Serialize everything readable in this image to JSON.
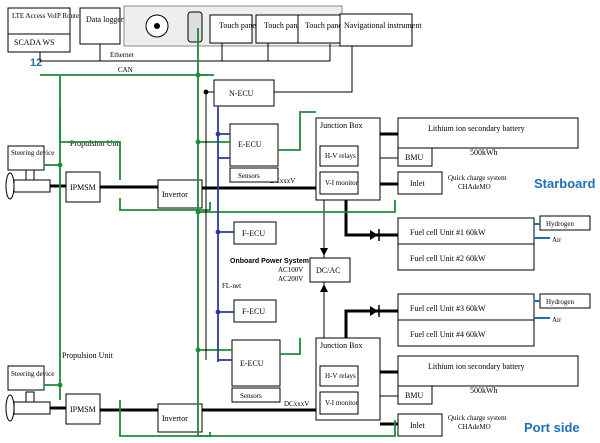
{
  "top": {
    "lte_router": "LTE Access VoIP Router",
    "scada": "SCADA WS",
    "data_logger": "Data logger",
    "touch_panel_1": "Touch panel",
    "touch_panel_2": "Touch panel",
    "touch_panel_3": "Touch panel",
    "navigational_instrument": "Navigational instrument",
    "ethernet": "Ethernet",
    "can": "CAN",
    "number_12": "12"
  },
  "center": {
    "n_ecu": "N-ECU",
    "f_ecu_1": "F-ECU",
    "f_ecu_2": "F-ECU",
    "onboard_power": "Onboard Power System",
    "ac100": "AC100V",
    "ac200": "AC200V",
    "dcac": "DC/AC",
    "fl_net": "FL-net"
  },
  "starboard": {
    "propulsion_unit": "Propulsion Unit",
    "steering": "Steering device",
    "ipmsm": "IPMSM",
    "invertor": "Invertor",
    "e_ecu": "E-ECU",
    "sensors": "Sensors",
    "dcxxxv": "DCxxxV",
    "junction_box": "Junction Box",
    "hv_relays": "H-V relays",
    "vi_monitor": "V-I monitor",
    "battery": "Lithium ion secondary battery",
    "bmu": "BMU",
    "kwh": "500kWh",
    "inlet": "Inlet",
    "quick_charge": "Quick charge system",
    "chademo": "CHAdeMO",
    "side_label": "Starboard",
    "fuel_cell_1": "Fuel cell Unit #1 60kW",
    "fuel_cell_2": "Fuel cell Unit #2 60kW",
    "hydrogen": "Hydrogen",
    "air": "Air"
  },
  "port": {
    "propulsion_unit": "Propulsion Unit",
    "steering": "Steering device",
    "ipmsm": "IPMSM",
    "invertor": "Invertor",
    "e_ecu": "E-ECU",
    "sensors": "Sensors",
    "dcxxxv": "DCxxxV",
    "junction_box": "Junction Box",
    "hv_relays": "H-V relays",
    "vi_monitor": "V-I monitor",
    "battery": "Lithium ion secondary battery",
    "bmu": "BMU",
    "kwh": "500kWh",
    "inlet": "Inlet",
    "quick_charge": "Quick charge system",
    "chademo": "CHAdeMO",
    "side_label": "Port side",
    "fuel_cell_3": "Fuel cell Unit #3 60kW",
    "fuel_cell_4": "Fuel cell Unit #4 60kW",
    "hydrogen": "Hydrogen",
    "air": "Air"
  },
  "colors": {
    "can_green": "#1e8b3a",
    "flnet_blue": "#2a3f9a",
    "label_blue": "#1f6fb8"
  }
}
